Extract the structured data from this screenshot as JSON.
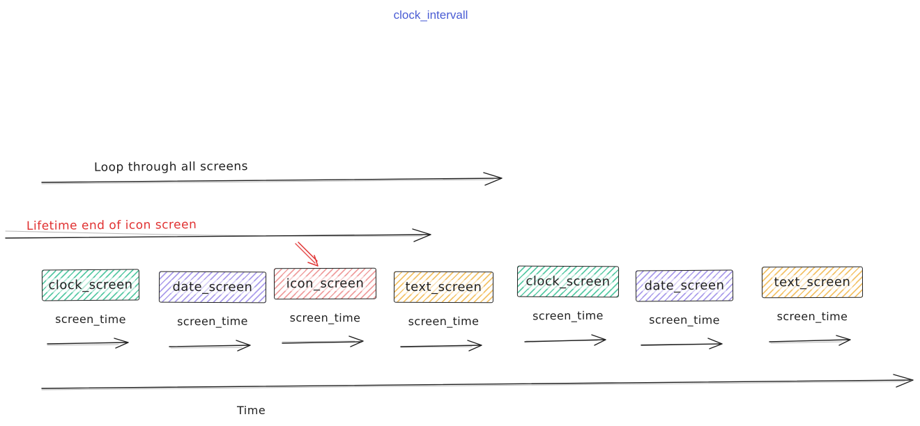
{
  "title": {
    "text": "clock_intervall",
    "color": "#4a5cd4"
  },
  "loop_arrow": {
    "label": "Loop through all screens",
    "color": "#1e1e1e"
  },
  "lifetime_arrow": {
    "label": "Lifetime end of icon screen",
    "color": "#e03131",
    "pointer": {
      "target": "icon_screen",
      "color": "#e03131"
    }
  },
  "time_axis": {
    "label": "Time"
  },
  "palette": {
    "ink": "#1e1e1e",
    "green": "#57c9a4",
    "purple": "#aa9ceb",
    "red": "#ef9e9e",
    "yellow": "#f3c267"
  },
  "screens": [
    {
      "label": "clock_screen",
      "color": "green",
      "color_hex": "#57c9a4",
      "duration_label": "screen_time"
    },
    {
      "label": "date_screen",
      "color": "purple",
      "color_hex": "#aa9ceb",
      "duration_label": "screen_time"
    },
    {
      "label": "icon_screen",
      "color": "red",
      "color_hex": "#ef9e9e",
      "duration_label": "screen_time",
      "annotated_by": "red pointer arrow"
    },
    {
      "label": "text_screen",
      "color": "yellow",
      "color_hex": "#f3c267",
      "duration_label": "screen_time"
    },
    {
      "label": "clock_screen",
      "color": "green",
      "color_hex": "#57c9a4",
      "duration_label": "screen_time"
    },
    {
      "label": "date_screen",
      "color": "purple",
      "color_hex": "#aa9ceb",
      "duration_label": "screen_time"
    },
    {
      "label": "text_screen",
      "color": "yellow",
      "color_hex": "#f3c267",
      "duration_label": "screen_time"
    }
  ]
}
